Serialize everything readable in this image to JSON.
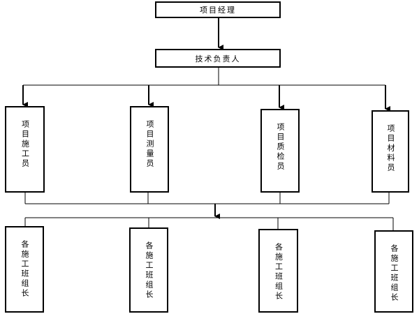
{
  "manager": {
    "label": "项目经理"
  },
  "tech_lead": {
    "label": "技术负责人"
  },
  "staff": [
    {
      "label": "项目施工员"
    },
    {
      "label": "项目测量员"
    },
    {
      "label": "项目质检员"
    },
    {
      "label": "项目材料员"
    }
  ],
  "team_leaders": [
    {
      "label": "各施工班组长"
    },
    {
      "label": "各施工班组长"
    },
    {
      "label": "各施工班组长"
    },
    {
      "label": "各施工班组长"
    }
  ]
}
